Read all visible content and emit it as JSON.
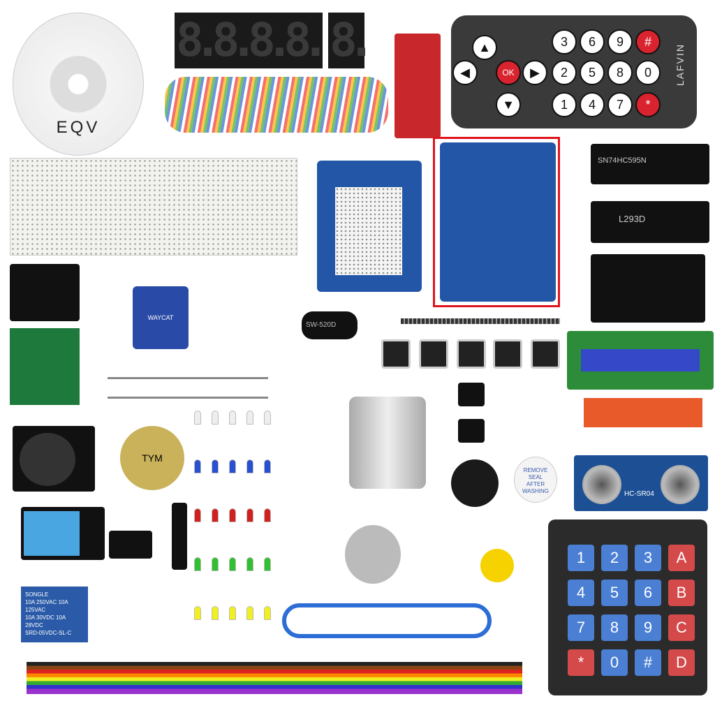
{
  "cd_label": "EQV",
  "seven_segment": [
    "8.8.8.8.",
    "8."
  ],
  "remote": {
    "brand": "LAFVIN",
    "ok": "OK",
    "buttons": [
      "3",
      "6",
      "9",
      "#",
      "2",
      "5",
      "8",
      "0",
      "1",
      "4",
      "7",
      "*"
    ]
  },
  "chips": [
    "SN74HC595N",
    "L293D"
  ],
  "tilt_switch": "SW-520D",
  "servo_brand": "WAYCAT",
  "relay": {
    "brand": "SONGLE",
    "rating": "10A 250VAC 10A 125VAC",
    "rating2": "10A 30VDC 10A 28VDC",
    "model": "SRD-05VDC-SL-C"
  },
  "ultrasonic": "HC-SR04",
  "buzzer_label": "REMOVE SEAL AFTER WASHING",
  "potentiometer": "TYM",
  "keypad": [
    "1",
    "2",
    "3",
    "A",
    "4",
    "5",
    "6",
    "B",
    "7",
    "8",
    "9",
    "C",
    "*",
    "0",
    "#",
    "D"
  ],
  "colors": {
    "highlight": "#e0141c",
    "board": "#2456a8",
    "keypad_blue": "#4a7fd4",
    "keypad_red": "#d44a4a"
  }
}
